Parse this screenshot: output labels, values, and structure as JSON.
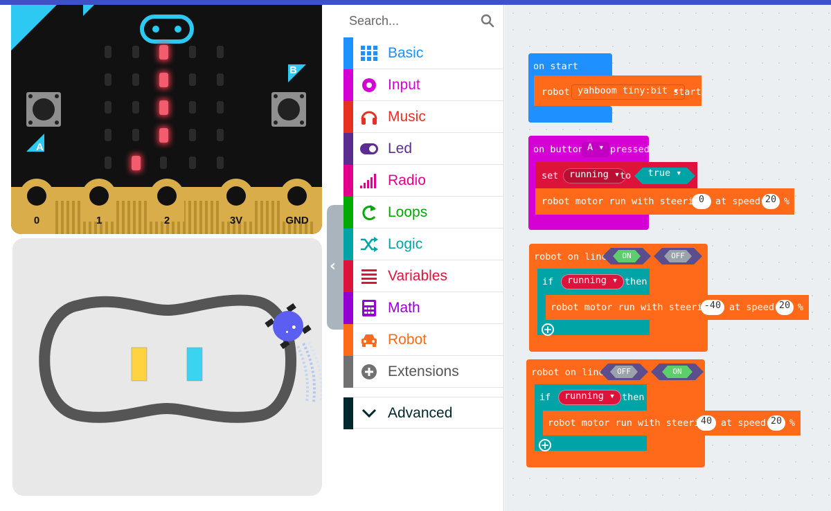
{
  "board": {
    "button_a_label": "A",
    "button_b_label": "B",
    "pins": [
      "0",
      "1",
      "2",
      "3V",
      "GND"
    ],
    "led_on_cells": [
      "2,0",
      "2,1",
      "2,2",
      "2,3",
      "1,4"
    ]
  },
  "field": {
    "left_marker_color": "#ffd23f",
    "right_marker_color": "#3ad4f0"
  },
  "collapse_icon": "chevron-left-icon",
  "toolbox": {
    "search_placeholder": "Search...",
    "categories": [
      {
        "label": "Basic",
        "color": "#1e90ff",
        "icon": "grid-icon"
      },
      {
        "label": "Input",
        "color": "#d400d4",
        "icon": "target-icon"
      },
      {
        "label": "Music",
        "color": "#e63022",
        "icon": "headphones-icon"
      },
      {
        "label": "Led",
        "color": "#5c2d91",
        "icon": "toggle-icon"
      },
      {
        "label": "Radio",
        "color": "#e3008c",
        "icon": "signal-bars-icon"
      },
      {
        "label": "Loops",
        "color": "#00aa00",
        "icon": "refresh-icon"
      },
      {
        "label": "Logic",
        "color": "#00a4a6",
        "icon": "shuffle-icon"
      },
      {
        "label": "Variables",
        "color": "#dc143c",
        "icon": "list-icon"
      },
      {
        "label": "Math",
        "color": "#9400d3",
        "icon": "calculator-icon"
      },
      {
        "label": "Robot",
        "color": "#ff6a1a",
        "icon": "car-icon"
      },
      {
        "label": "Extensions",
        "color": "#717171",
        "icon": "plus-circle-icon"
      },
      {
        "label": "Advanced",
        "color": "#00272b",
        "icon": "chevron-down-icon"
      }
    ]
  },
  "workspace": {
    "on_start": {
      "label": "on start",
      "robot_word": "robot",
      "robot_model": "yahboom tiny:bit",
      "start_word": "start"
    },
    "on_button": {
      "prefix": "on button",
      "button": "A",
      "suffix": "pressed",
      "set_word": "set",
      "var_name": "running",
      "to_word": "to",
      "bool_value": "true",
      "motor_text": "robot motor run with steering",
      "steering": "0",
      "speed_word": "at speed",
      "speed": "20",
      "percent": "%"
    },
    "line1": {
      "label": "robot on line",
      "left_state": "ON",
      "right_state": "OFF",
      "if_word": "if",
      "cond_var": "running",
      "then_word": "then",
      "motor_text": "robot motor run with steering",
      "steering": "-40",
      "speed_word": "at speed",
      "speed": "20",
      "percent": "%"
    },
    "line2": {
      "label": "robot on line",
      "left_state": "OFF",
      "right_state": "ON",
      "if_word": "if",
      "cond_var": "running",
      "then_word": "then",
      "motor_text": "robot motor run with steering",
      "steering": "40",
      "speed_word": "at speed",
      "speed": "20",
      "percent": "%"
    }
  },
  "colors": {
    "event_blue": "#1e90ff",
    "input_magenta": "#d400d4",
    "robot_orange": "#ff6a1a",
    "variables_red": "#dc143c",
    "logic_teal": "#00a4a6",
    "on_green": "#5ccf6c",
    "off_gray": "#9aa3ab",
    "hex_outline": "#5c4d8c"
  }
}
